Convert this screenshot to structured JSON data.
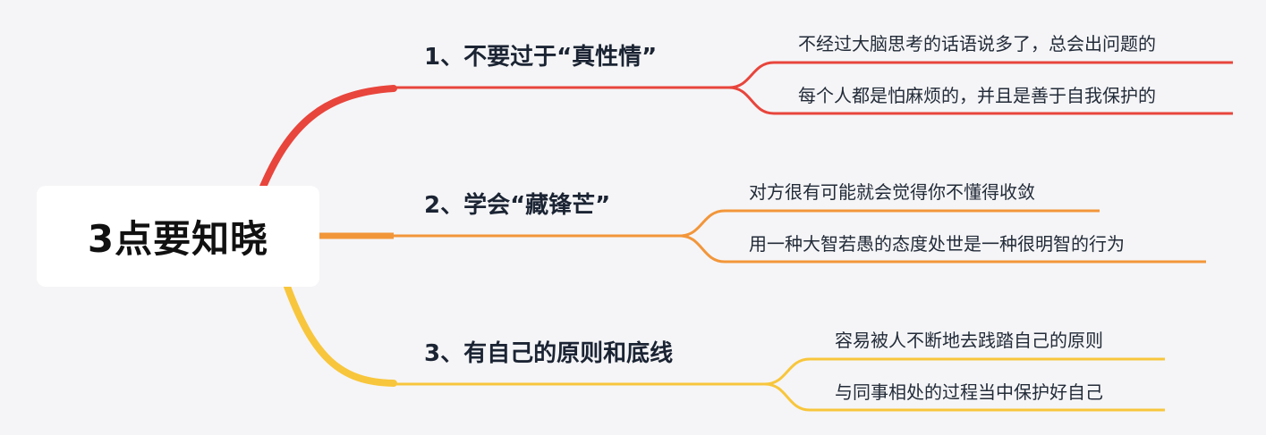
{
  "root": {
    "label": "3点要知晓"
  },
  "branches": [
    {
      "label": "1、不要过于“真性情”",
      "color": "#e8453c",
      "children": [
        {
          "label": "不经过大脑思考的话语说多了，总会出问题的"
        },
        {
          "label": "每个人都是怕麻烦的，并且是善于自我保护的"
        }
      ]
    },
    {
      "label": "2、学会“藏锋芒”",
      "color": "#f2963a",
      "children": [
        {
          "label": "对方很有可能就会觉得你不懂得收敛"
        },
        {
          "label": "用一种大智若愚的态度处世是一种很明智的行为"
        }
      ]
    },
    {
      "label": "3、有自己的原则和底线",
      "color": "#f8c63c",
      "children": [
        {
          "label": "容易被人不断地去践踏自己的原则"
        },
        {
          "label": "与同事相处的过程当中保护好自己"
        }
      ]
    }
  ]
}
